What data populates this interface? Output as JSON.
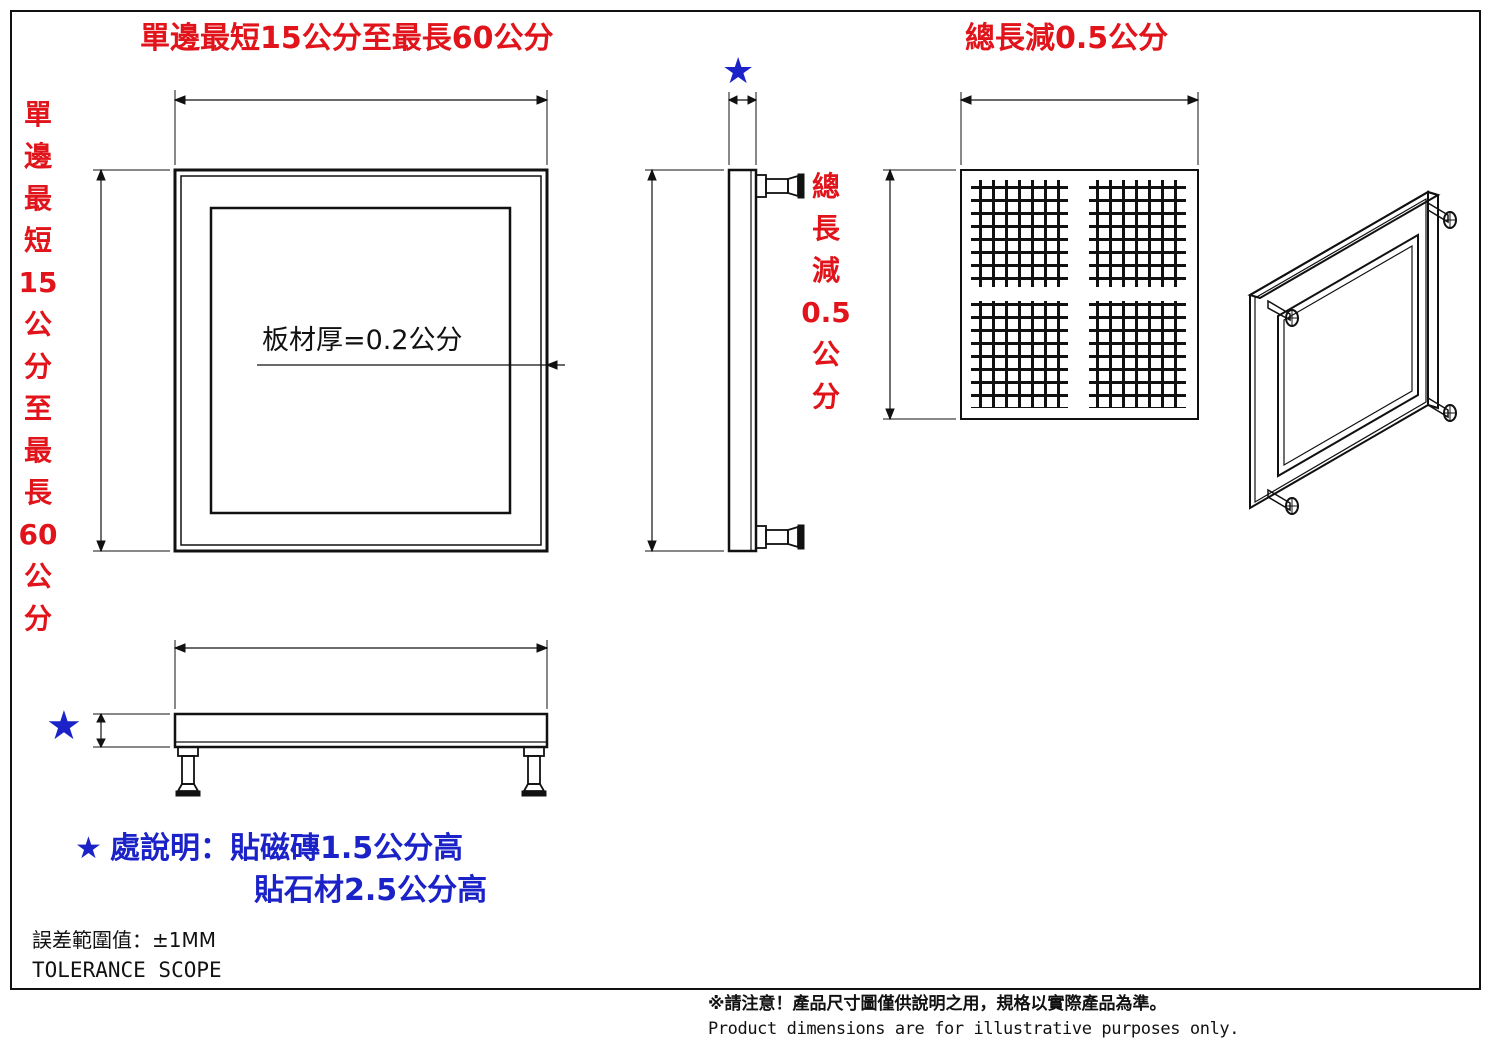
{
  "colors": {
    "accent_red": "#e0141a",
    "accent_blue": "#1a22c8",
    "line": "#111111"
  },
  "front_view": {
    "width_label": "單邊最短15公分至最長60公分",
    "height_label_chars": [
      "單",
      "邊",
      "最",
      "短",
      "15",
      "公",
      "分",
      "至",
      "最",
      "長",
      "60",
      "公",
      "分"
    ],
    "thickness_label": "板材厚=0.2公分"
  },
  "side_view": {
    "star": "★",
    "height_label_chars": [
      "總",
      "長",
      "減",
      "0.5",
      "公",
      "分"
    ]
  },
  "back_view": {
    "width_label": "總長減0.5公分"
  },
  "bottom_view": {
    "star": "★"
  },
  "note": {
    "star": "★",
    "line1": "處說明：貼磁磚1.5公分高",
    "line2": "貼石材2.5公分高"
  },
  "tolerance": {
    "line1": "誤差範圍值：±1MM",
    "line2": "TOLERANCE SCOPE"
  },
  "disclaimer": {
    "line1": "※請注意！產品尺寸圖僅供說明之用，規格以實際產品為準。",
    "line2": "Product dimensions are for illustrative purposes only."
  }
}
